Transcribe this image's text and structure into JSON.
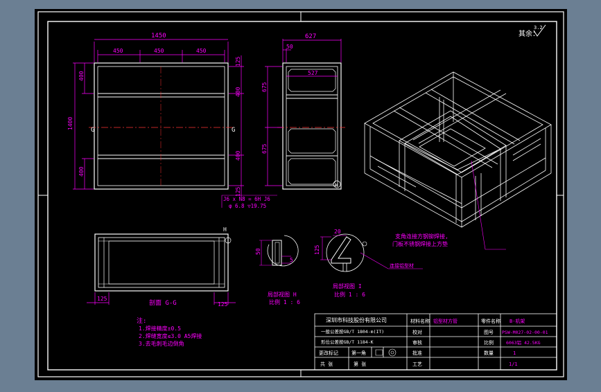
{
  "colors": {
    "background": "#6b7f93",
    "paper": "#000000",
    "border": "#ffffff",
    "dimension": "#ff00ff",
    "centerline": "#ff3333",
    "note": "#ff00ff",
    "titleblock_text": "#ff00ff"
  },
  "roughness": {
    "label": "其余：",
    "value": "3.2"
  },
  "front_view": {
    "dim_total_width": "1450",
    "dim_bay_1": "450",
    "dim_bay_2": "450",
    "dim_bay_3": "450",
    "dim_total_height": "1400",
    "dim_top_section": "400",
    "dim_bottom_section": "400",
    "dim_right_1": "125",
    "dim_right_2": "400",
    "dim_right_3": "400",
    "dim_right_4": "125",
    "section_mark_left": "G",
    "section_mark_right": "G"
  },
  "side_view": {
    "dim_total_width": "627",
    "dim_flange": "50",
    "dim_inner": "527",
    "dim_upper": "675",
    "dim_lower": "675",
    "fit_line_1": "J6 x  N8 = 6H J6",
    "fit_line_2": "φ 6.8 ▽19.75",
    "section_mark": "H"
  },
  "bottom_view": {
    "dim_left": "125",
    "dim_right": "125",
    "caption": "剖面 G-G",
    "mark": "H"
  },
  "detail_h": {
    "dim_a": "50",
    "dim_b": "5",
    "caption_1": "局部视图 H",
    "caption_2": "比例 1 : 6"
  },
  "detail_i": {
    "dim_a": "20",
    "dim_b": "125",
    "caption_1": "局部视图 I",
    "caption_2": "比例 1 : 6",
    "callout": "连接铝型材"
  },
  "iso_note": {
    "line_1": "支角连接方钢铆焊接,",
    "line_2": "门板不锈钢焊接上方垫"
  },
  "notes": {
    "title": "注:",
    "items": [
      "1.焊接精度±0.5",
      "2.焊缝宽度≤3.0 A5焊接",
      "3.去毛刺毛边倒角"
    ]
  },
  "title_block": {
    "company": "深圳市科技股份有限公司",
    "row2_left": "一般公差按GB/T 1804-m(IT)",
    "row3_left": "形位公差按GB/T 1184-K",
    "label_material": "材料名称",
    "value_material": "铝型材方管",
    "label_part_no": "零件名称",
    "value_part_no": "B-机架",
    "label_check": "校对",
    "label_drawing_no": "图号",
    "value_drawing_no": "PSW-M027-02-00-01",
    "label_audit": "审核",
    "value_weight": "6063铝 42.5KG",
    "label_ratio": "比例",
    "label_qty": "数量",
    "value_qty": "1",
    "row4_a": "更改标记",
    "row4_b": "第一角",
    "label_approve": "批准",
    "label_process": "工艺",
    "value_sheet": "1/1",
    "row5_a": "共  张",
    "row5_b": "第  张"
  }
}
